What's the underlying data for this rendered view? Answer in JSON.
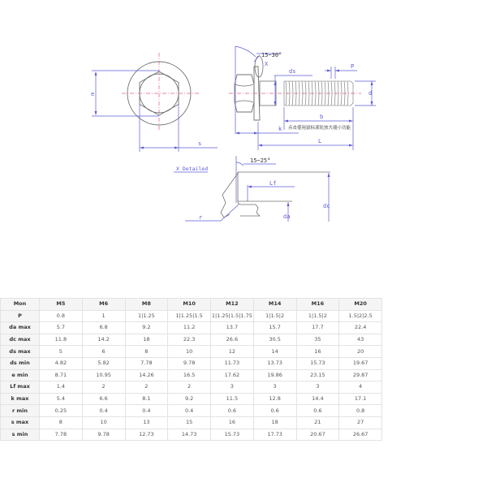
{
  "drawing": {
    "top_view_labels": {
      "e": "e",
      "s": "s"
    },
    "side_view_labels": {
      "angle": "15~30°",
      "x_marker": "X",
      "ds": "ds",
      "p": "P",
      "d": "d",
      "b": "b",
      "k": "k",
      "L": "L",
      "hint": "点击使用鼠标滚轮放大缩小功能"
    },
    "detail_view_labels": {
      "title": "X Detailed",
      "angle": "15~25°",
      "lf": "Lf",
      "dc": "dc",
      "da": "da",
      "r": "r"
    },
    "colors": {
      "dimension": "#5b5bd6",
      "outline": "#707070",
      "centerline": "#e05a8a"
    }
  },
  "table": {
    "header": [
      "Mon",
      "M5",
      "M6",
      "M8",
      "M10",
      "M12",
      "M14",
      "M16",
      "M20"
    ],
    "rows": [
      {
        "label": "P",
        "values": [
          "0.8",
          "1",
          "1|1.25",
          "1|1.25|1.5",
          "1|1.25|1.5|1.75",
          "1|1.5|2",
          "1|1.5|2",
          "1.5|2|2.5"
        ]
      },
      {
        "label": "da max",
        "values": [
          "5.7",
          "6.8",
          "9.2",
          "11.2",
          "13.7",
          "15.7",
          "17.7",
          "22.4"
        ]
      },
      {
        "label": "dc max",
        "values": [
          "11.8",
          "14.2",
          "18",
          "22.3",
          "26.6",
          "30.5",
          "35",
          "43"
        ]
      },
      {
        "label": "ds max",
        "values": [
          "5",
          "6",
          "8",
          "10",
          "12",
          "14",
          "16",
          "20"
        ]
      },
      {
        "label": "ds min",
        "values": [
          "4.82",
          "5.82",
          "7.78",
          "9.78",
          "11.73",
          "13.73",
          "15.73",
          "19.67"
        ]
      },
      {
        "label": "e min",
        "values": [
          "8.71",
          "10.95",
          "14.26",
          "16.5",
          "17.62",
          "19.86",
          "23.15",
          "29.87"
        ]
      },
      {
        "label": "Lf max",
        "values": [
          "1.4",
          "2",
          "2",
          "2",
          "3",
          "3",
          "3",
          "4"
        ]
      },
      {
        "label": "k max",
        "values": [
          "5.4",
          "6.6",
          "8.1",
          "9.2",
          "11.5",
          "12.8",
          "14.4",
          "17.1"
        ]
      },
      {
        "label": "r min",
        "values": [
          "0.25",
          "0.4",
          "0.4",
          "0.4",
          "0.6",
          "0.6",
          "0.6",
          "0.8"
        ]
      },
      {
        "label": "s max",
        "values": [
          "8",
          "10",
          "13",
          "15",
          "16",
          "18",
          "21",
          "27"
        ]
      },
      {
        "label": "s min",
        "values": [
          "7.78",
          "9.78",
          "12.73",
          "14.73",
          "15.73",
          "17.73",
          "20.67",
          "26.67"
        ]
      }
    ]
  }
}
